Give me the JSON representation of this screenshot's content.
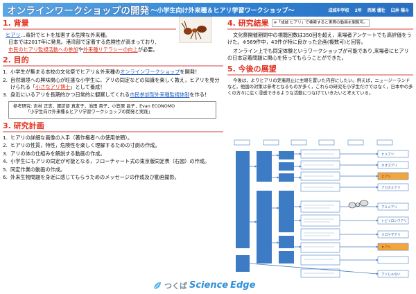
{
  "header": {
    "title": "オンラインワークショップの開発",
    "subtitle": "～小学生向け外来種＆ヒアリ学習ワークショップ～",
    "school": "成城中学校",
    "grade": "2年",
    "author1": "西尾 優壮",
    "author2": "臼井 陽斗"
  },
  "bg": {
    "heading": "1. 背景",
    "line1_hl": "ヒアリ",
    "line1_rest": "…毒針でヒトを加害する危険な外来種。",
    "line2": "日本では2017年に発見。港湾部で定着する危険性が高まっており,",
    "line3_a": "市民のヒアリ監視活動への参加",
    "line3_b": "や",
    "line3_c": "外来種リテラシーの向上",
    "line3_d": "が必要。"
  },
  "purpose": {
    "heading": "2. 目的",
    "items": [
      {
        "n": "1.",
        "a": "小学生が集まる本校の文化祭でヒアリ＆外来種の",
        "b": "オンラインワークショップ",
        "c": "を開発！"
      },
      {
        "n": "2.",
        "a": "自然環境への興味関心が旺盛な小学生に，アリの同定などの知識を楽しく教え，ヒアリを見分けられる「",
        "b": "小さなアリ博士",
        "c": "」として養成！"
      },
      {
        "n": "3.",
        "a": "身近にいるアリを長期的かつ日常的に観察してくれる",
        "b": "市民参加型外来種監視体制",
        "c": "を作る！"
      }
    ]
  },
  "reference": {
    "line1": "参考研究: 吉村 正志，諏訪部 真友子，池田 貴子，小笠原 昌子，Evan ECONOMO",
    "line2": "「小学生向け外来種＆ヒアリ学習ワークショップの開発と実践」"
  },
  "plan": {
    "heading": "3. 研究計画",
    "items": [
      {
        "n": "1.",
        "t": "ヒアリの詳細な画像の入手（著作権者への使用依頼）。"
      },
      {
        "n": "2.",
        "t": "ヒアリの性質，特性，危険性を楽しく理解するための寸劇の作成。"
      },
      {
        "n": "3.",
        "t": "アリの体の仕組みを解説する動画の作成。"
      },
      {
        "n": "4.",
        "t": "小学生にもアリの同定が可能となる，フローチャート式の東京版同定表（右図）の作成。"
      },
      {
        "n": "5.",
        "t": "同定作業の動画の作成。"
      },
      {
        "n": "6.",
        "t": "外来生物問題を身近に感じてもらうためのメッセージの作成及び動画撮影。"
      }
    ]
  },
  "results": {
    "heading": "4. 研究結果",
    "note": "※「成城 ヒアリ」で検索すると実際の動画を閲覧可。",
    "p1": "文化祭開催期間中の視聴回数は350回を超え，来場者アンケートでも高評価をうけた。※569件中，43件が特に良かった企画(複数可)と回答。",
    "p2": "オンライン上でも同定体験というワークショップが可能であり,来場者にヒアリの日本定着問題に関心を持ってもらうことができた。"
  },
  "outlook": {
    "heading": "5. 今後の展望",
    "p1": "今後は，よりヒアリの定着阻止に主眼を置いた内容にしたい。例えば，ニュージーランドなど，他国の対策は参考となるものが多く，これらの研究を小学生だけではなく，日本中の多くの方々に広く浸透できるような活動につなげていきたいと考えている。"
  },
  "flowchart": {
    "labels": [
      "ヒメアリ",
      "オオズアリ",
      "ヒアリ",
      "アカカミアリ",
      "アミメアリ",
      "トビイロシワアリ",
      "クロヤマアリ",
      "ヒアリ",
      "アリじゃない"
    ]
  },
  "logo": {
    "prefix": "つくば",
    "science": "Science",
    "edge": "Edge"
  }
}
